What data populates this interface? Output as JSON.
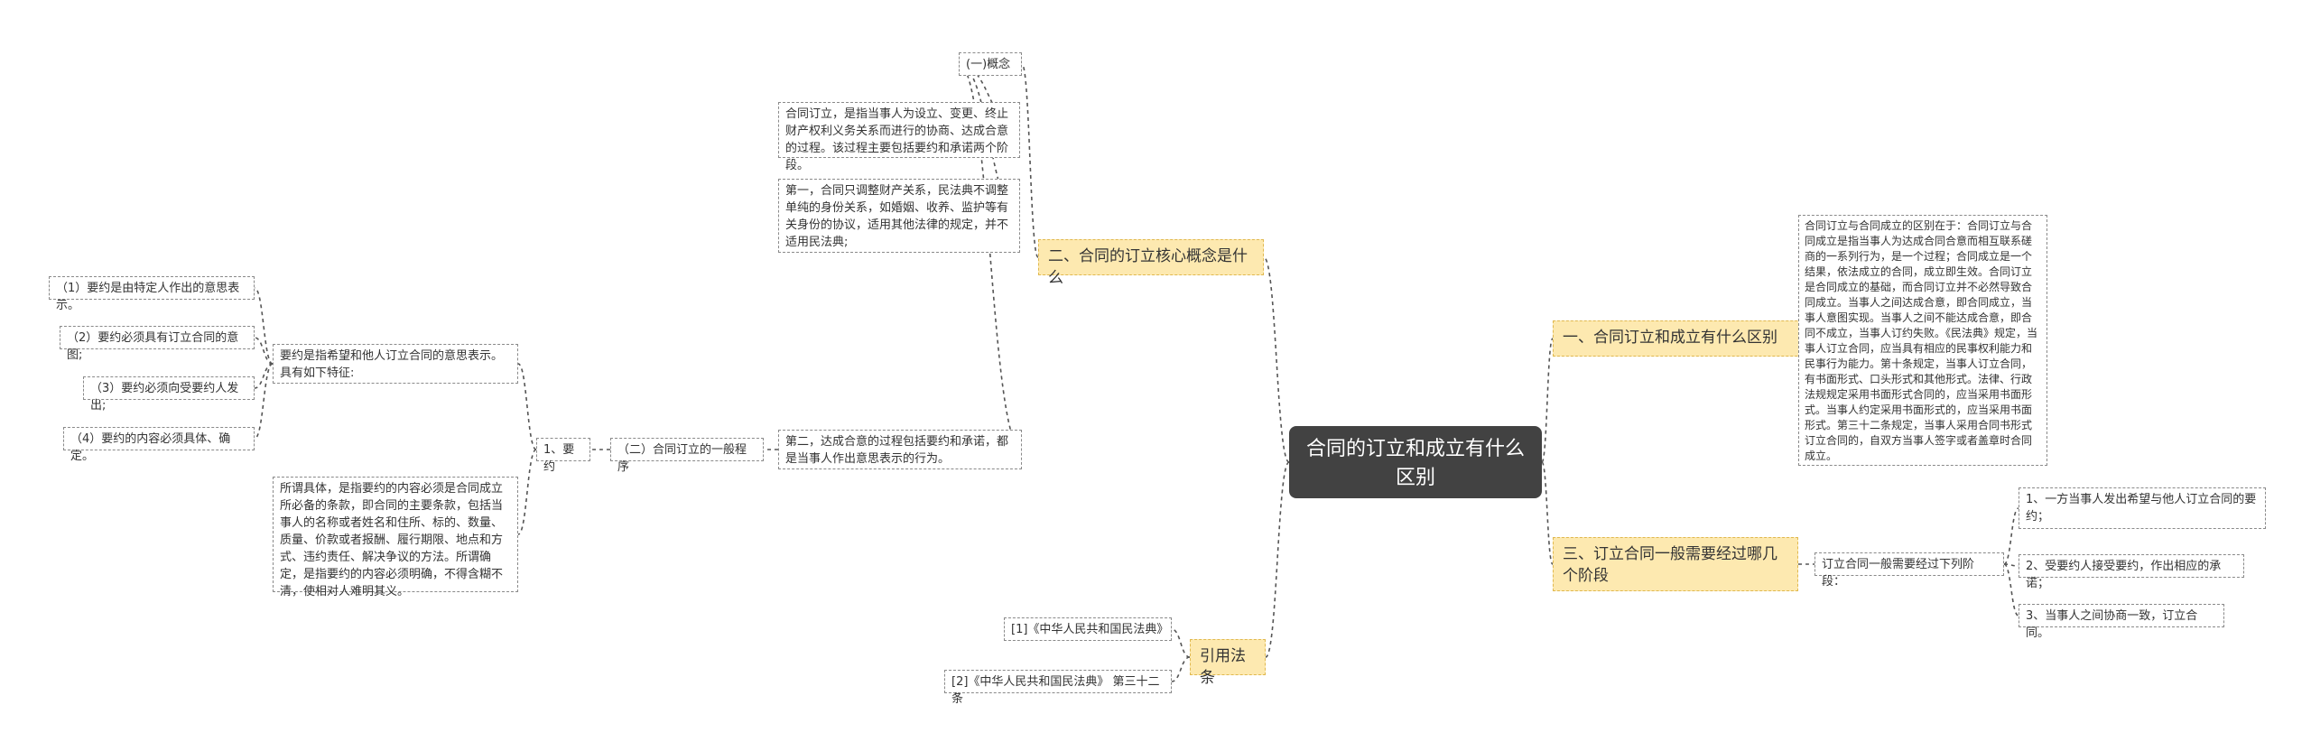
{
  "root": "合同的订立和成立有什么区别",
  "right": {
    "b1": {
      "label": "一、合同订立和成立有什么区别",
      "detail": "合同订立与合同成立的区别在于：合同订立与合同成立是指当事人为达成合同合意而相互联系磋商的一系列行为，是一个过程；合同成立是一个结果，依法成立的合同，成立即生效。合同订立是合同成立的基础，而合同订立并不必然导致合同成立。当事人之间达成合意，即合同成立，当事人意图实现。当事人之间不能达成合意，即合同不成立，当事人订约失败。《民法典》规定，当事人订立合同，应当具有相应的民事权利能力和民事行为能力。第十条规定，当事人订立合同，有书面形式、口头形式和其他形式。法律、行政法规规定采用书面形式合同的，应当采用书面形式。当事人约定采用书面形式的，应当采用书面形式。第三十二条规定，当事人采用合同书形式订立合同的，自双方当事人签字或者盖章时合同成立。"
    },
    "b3": {
      "label": "三、订立合同一般需要经过哪几个阶段",
      "mid": "订立合同一般需要经过下列阶段：",
      "items": [
        "1、一方当事人发出希望与他人订立合同的要约；",
        "2、受要约人接受要约，作出相应的承诺；",
        "3、当事人之间协商一致，订立合同。"
      ]
    }
  },
  "left": {
    "b2": {
      "label": "二、合同的订立核心概念是什么",
      "concept": "(一)概念",
      "c1": "合同订立，是指当事人为设立、变更、终止财产权利义务关系而进行的协商、达成合意的过程。该过程主要包括要约和承诺两个阶段。",
      "c2": "第一，合同只调整财产关系，民法典不调整单纯的身份关系，如婚姻、收养、监护等有关身份的协议，适用其他法律的规定，并不适用民法典;",
      "c3": "第二，达成合意的过程包括要约和承诺，都是当事人作出意思表示的行为。",
      "proc": "（二）合同订立的一般程序",
      "offer": "1、要约",
      "def": "要约是指希望和他人订立合同的意思表示。具有如下特征:",
      "features": [
        "（1）要约是由特定人作出的意思表示。",
        "（2）要约必须具有订立合同的意图;",
        "（3）要约必须向受要约人发出;",
        "（4）要约的内容必须具体、确定。"
      ],
      "spec": "所谓具体，是指要约的内容必须是合同成立所必备的条款，即合同的主要条款，包括当事人的名称或者姓名和住所、标的、数量、质量、价款或者报酬、履行期限、地点和方式、违约责任、解决争议的方法。所谓确定，是指要约的内容必须明确，不得含糊不清，使相对人难明其义。"
    },
    "b4": {
      "label": "引用法条",
      "refs": [
        "[1]《中华人民共和国民法典》",
        "[2]《中华人民共和国民法典》 第三十二条"
      ]
    }
  }
}
